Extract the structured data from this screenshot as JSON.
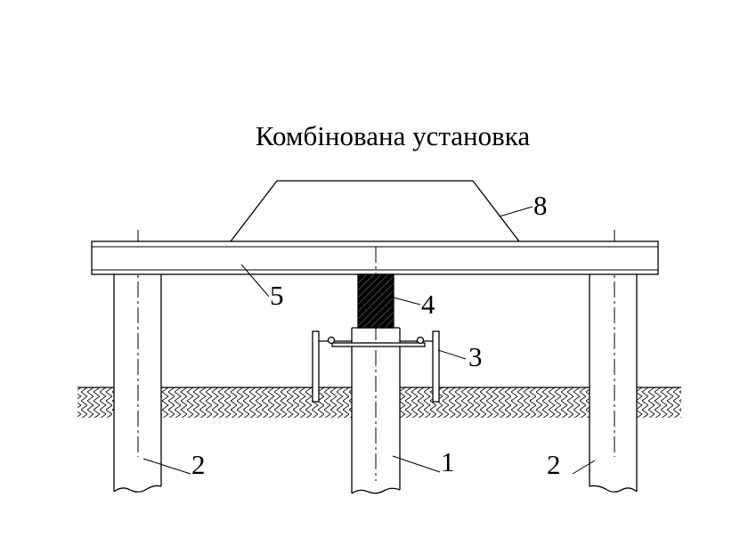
{
  "title": "Комбінована установка",
  "labels": {
    "l1": "1",
    "l2_left": "2",
    "l2_right": "2",
    "l3": "3",
    "l4": "4",
    "l5": "5",
    "l8": "8"
  }
}
